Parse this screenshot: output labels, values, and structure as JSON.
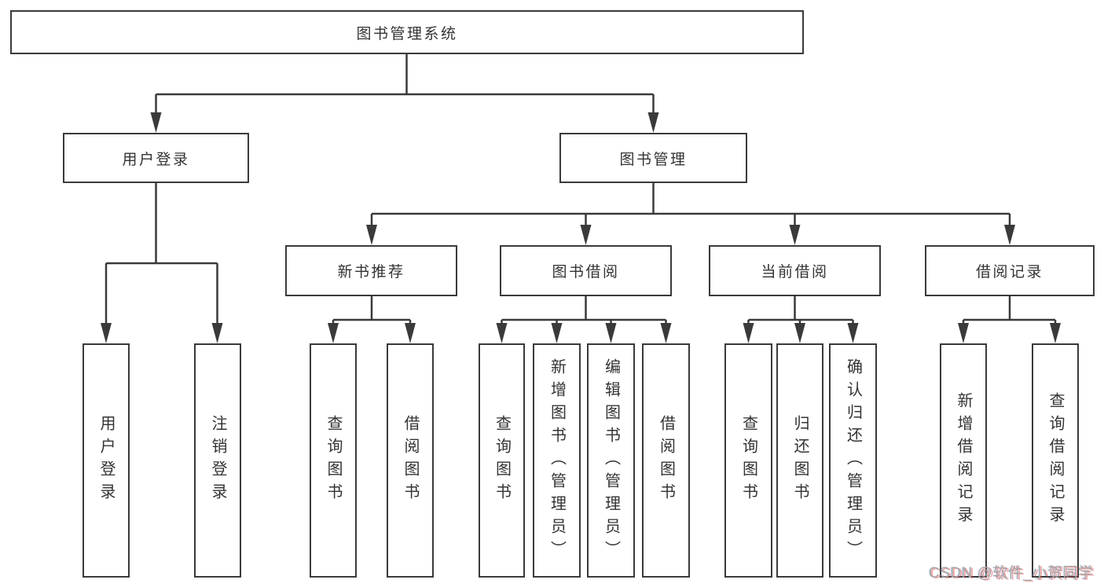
{
  "diagram": {
    "root_label": "图书管理系统",
    "level2": [
      {
        "label": "用户登录"
      },
      {
        "label": "图书管理"
      }
    ],
    "level3": [
      {
        "label": "新书推荐"
      },
      {
        "label": "图书借阅"
      },
      {
        "label": "当前借阅"
      },
      {
        "label": "借阅记录"
      }
    ],
    "leaves": {
      "user": [
        {
          "label": "用户登录"
        },
        {
          "label": "注销登录"
        }
      ],
      "recommend": [
        {
          "label": "查询图书"
        },
        {
          "label": "借阅图书"
        }
      ],
      "borrow": [
        {
          "label": "查询图书"
        },
        {
          "label": "新增图书（管理员）"
        },
        {
          "label": "编辑图书（管理员）"
        },
        {
          "label": "借阅图书"
        }
      ],
      "current": [
        {
          "label": "查询图书"
        },
        {
          "label": "归还图书"
        },
        {
          "label": "确认归还（管理员）"
        }
      ],
      "records": [
        {
          "label": "新增借阅记录"
        },
        {
          "label": "查询借阅记录"
        }
      ]
    },
    "colors": {
      "line": "#3a3a3a",
      "text": "#333333",
      "background": "#ffffff"
    },
    "watermark": "CSDN @软件_小贺同学"
  }
}
